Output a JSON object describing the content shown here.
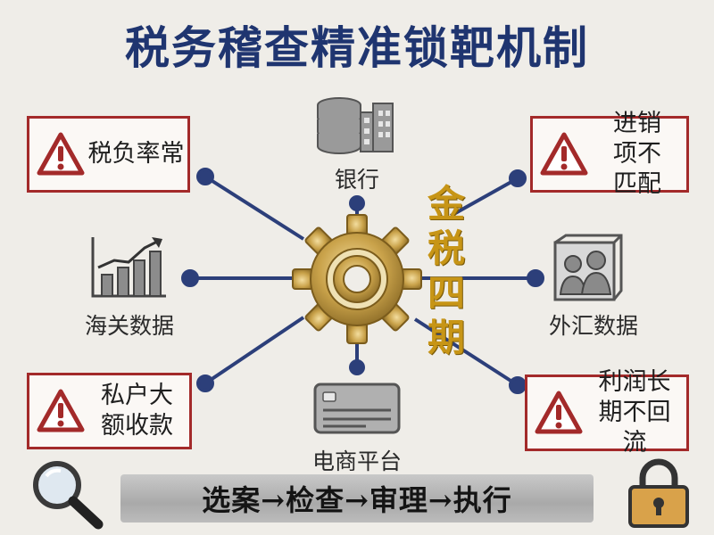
{
  "title": "税务稽查精准锁靶机制",
  "center_label": "金税四期",
  "alerts": {
    "top_left": "税负率常",
    "top_right": "进销项不匹配",
    "bottom_left": "私户大额收款",
    "bottom_right": "利润长期不回流"
  },
  "sources": {
    "bank": "银行",
    "customs": "海关数据",
    "forex": "外汇数据",
    "ecommerce": "电商平台"
  },
  "process": "选案→检查→审理→执行",
  "colors": {
    "title": "#1f3570",
    "alert_border": "#a32a2a",
    "link": "#2c3f7a",
    "gear": "#c9a24a"
  },
  "icons": {
    "warning": "warning-icon",
    "bank": "database-building-icon",
    "customs": "bar-chart-icon",
    "forex": "two-people-icon",
    "ecommerce": "card-icon",
    "search": "magnifier-icon",
    "lock": "padlock-icon",
    "center": "gear-icon"
  }
}
